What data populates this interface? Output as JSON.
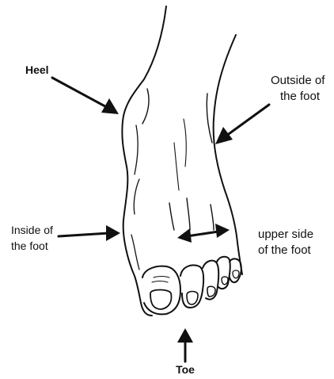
{
  "labels": {
    "heel": "Heel",
    "outside": [
      "Outside of",
      "the foot"
    ],
    "inside": [
      "Inside of",
      "the foot"
    ],
    "upper": [
      "upper side",
      "of the foot"
    ],
    "toe": "Toe"
  },
  "colors": {
    "ink": "#111111",
    "background": "#ffffff"
  }
}
